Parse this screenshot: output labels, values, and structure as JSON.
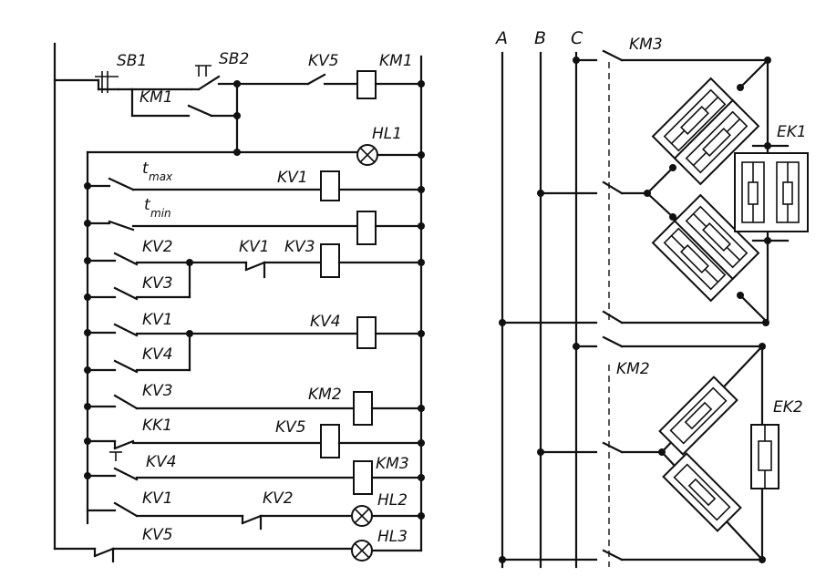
{
  "left_circuit": {
    "labels": {
      "sb1": "SB1",
      "sb2": "SB2",
      "kv5_top": "KV5",
      "km1_coil": "KM1",
      "km1_contact": "KM1",
      "hl1": "HL1",
      "t_max_t": "t",
      "t_max_sub": "max",
      "kv1_coil": "KV1",
      "t_min_t": "t",
      "t_min_sub": "min",
      "kv2_contact": "KV2",
      "kv1_contact_mid": "KV1",
      "kv3_coil": "KV3",
      "kv3_contact": "KV3",
      "kv1_contact": "KV1",
      "kv4_coil": "KV4",
      "kv4_contact": "KV4",
      "kv3_contact2": "KV3",
      "km2_coil": "KM2",
      "kk1": "KK1",
      "kv5_coil": "KV5",
      "kv4_contact2": "KV4",
      "km3_coil": "KM3",
      "kv1_contact2": "KV1",
      "kv2_contact2": "KV2",
      "hl2": "HL2",
      "kv5_contact": "KV5",
      "hl3": "HL3"
    }
  },
  "right_circuit": {
    "phases": [
      "A",
      "B",
      "C"
    ],
    "labels": {
      "km3": "KM3",
      "km2": "KM2",
      "ek1": "EK1",
      "ek2": "EK2"
    }
  }
}
